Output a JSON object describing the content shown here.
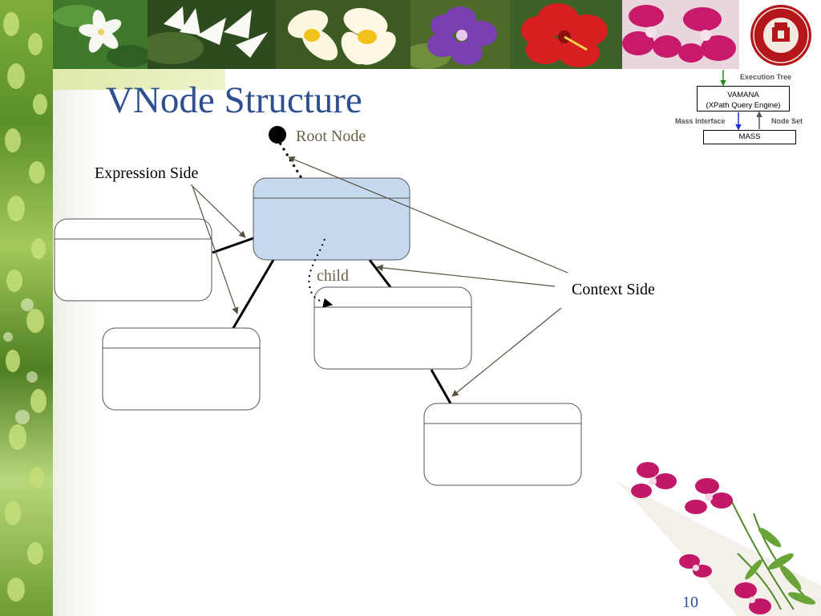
{
  "slide": {
    "title": "VNode Structure",
    "page_number": "10"
  },
  "diagram": {
    "labels": {
      "root_node": "Root Node",
      "expression_side": "Expression Side",
      "child": "child",
      "context_side": "Context Side"
    },
    "node_fill_highlight": "#c5d9ef",
    "node_fill": "#ffffff"
  },
  "architecture": {
    "execution_tree": "Execution Tree",
    "vamana_line1": "VAMANA",
    "vamana_line2": "(XPath Query Engine)",
    "mass_interface": "Mass Interface",
    "node_set": "Node Set",
    "mass": "MASS"
  },
  "colors": {
    "title": "#2f4f8f",
    "root_label": "#6b6048",
    "arrow_green": "#1a8a1a",
    "arrow_blue": "#1f2fd6"
  },
  "images": {
    "top_photos": [
      "white-jasmine-flower",
      "white-tuberose-flower",
      "yellow-plumeria-flower",
      "purple-flower",
      "red-hibiscus-flower",
      "pink-orchid-flower"
    ],
    "logo": "university-seal-logo",
    "bottom_right": "pink-orchid-decoration"
  }
}
